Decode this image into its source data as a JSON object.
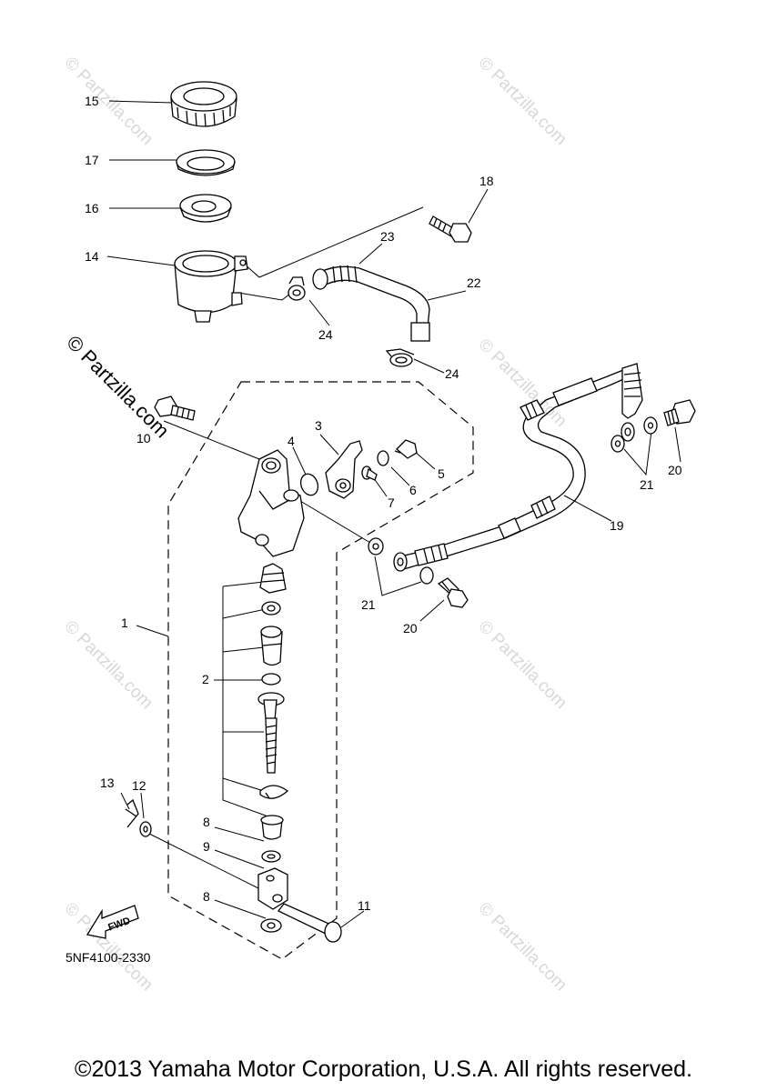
{
  "diagram": {
    "callouts": {
      "c1": "1",
      "c2": "2",
      "c3": "3",
      "c4": "4",
      "c5": "5",
      "c6": "6",
      "c7": "7",
      "c8a": "8",
      "c8b": "8",
      "c9": "9",
      "c10": "10",
      "c11": "11",
      "c12": "12",
      "c13": "13",
      "c14": "14",
      "c15": "15",
      "c16": "16",
      "c17": "17",
      "c18": "18",
      "c19": "19",
      "c20a": "20",
      "c20b": "20",
      "c21a": "21",
      "c21b": "21",
      "c22": "22",
      "c23": "23",
      "c24a": "24",
      "c24b": "24"
    },
    "fwd_label": "FWD",
    "part_code": "5NF4100-2330",
    "watermark": "© Partzilla.com",
    "watermark_main": "© Partzilla.com"
  },
  "footer": {
    "copyright": "©2013 Yamaha Motor Corporation, U.S.A. All rights reserved."
  }
}
